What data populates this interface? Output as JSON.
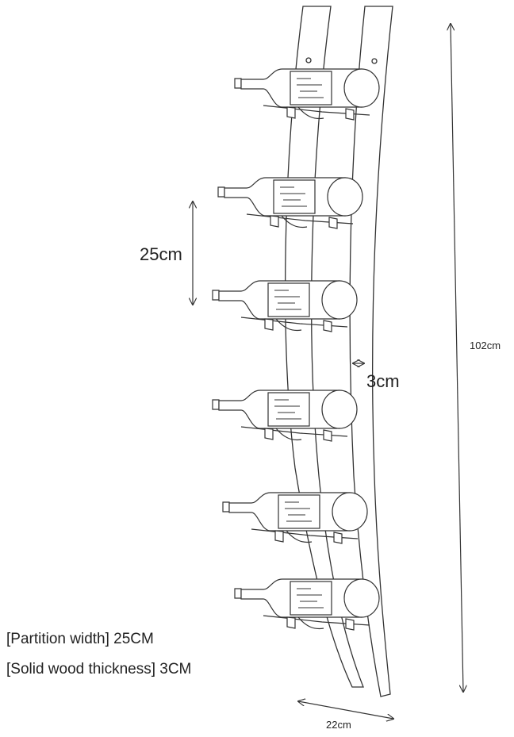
{
  "dimensions": {
    "spacing": "25cm",
    "thickness": "3cm",
    "height": "102cm",
    "width": "22cm"
  },
  "specs": {
    "partition_width": "[Partition width] 25CM",
    "wood_thickness": "[Solid wood thickness] 3CM"
  },
  "rack": {
    "bottle_count": 6,
    "colors": {
      "line": "#333333",
      "background": "#ffffff"
    }
  }
}
